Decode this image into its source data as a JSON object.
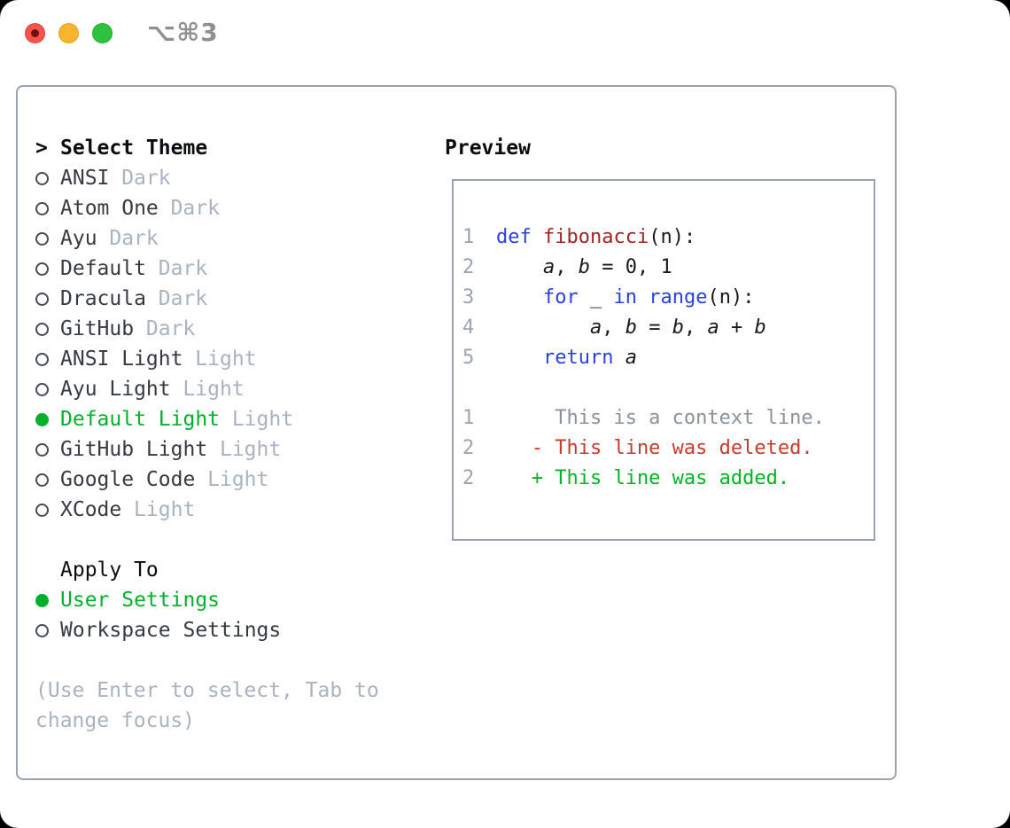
{
  "titlebar": {
    "shortcut_label": "⌥⌘3"
  },
  "theme_picker": {
    "prompt": ">",
    "title": "Select Theme",
    "items": [
      {
        "name": "ANSI",
        "tag": "Dark",
        "selected": false
      },
      {
        "name": "Atom One",
        "tag": "Dark",
        "selected": false
      },
      {
        "name": "Ayu",
        "tag": "Dark",
        "selected": false
      },
      {
        "name": "Default",
        "tag": "Dark",
        "selected": false
      },
      {
        "name": "Dracula",
        "tag": "Dark",
        "selected": false
      },
      {
        "name": "GitHub",
        "tag": "Dark",
        "selected": false
      },
      {
        "name": "ANSI Light",
        "tag": "Light",
        "selected": false
      },
      {
        "name": "Ayu Light",
        "tag": "Light",
        "selected": false
      },
      {
        "name": "Default Light",
        "tag": "Light",
        "selected": true
      },
      {
        "name": "GitHub Light",
        "tag": "Light",
        "selected": false
      },
      {
        "name": "Google Code",
        "tag": "Light",
        "selected": false
      },
      {
        "name": "XCode",
        "tag": "Light",
        "selected": false
      }
    ],
    "apply_to": {
      "title": "Apply To",
      "options": [
        {
          "name": "User Settings",
          "selected": true
        },
        {
          "name": "Workspace Settings",
          "selected": false
        }
      ]
    },
    "hint": "(Use Enter to select, Tab to change focus)"
  },
  "preview": {
    "title": "Preview",
    "code_lines": [
      {
        "num": "1",
        "segments": [
          {
            "text": "def",
            "style": "kw"
          },
          {
            "text": " ",
            "style": "pl"
          },
          {
            "text": "fibonacci",
            "style": "fn"
          },
          {
            "text": "(n):",
            "style": "pl"
          }
        ]
      },
      {
        "num": "2",
        "segments": [
          {
            "text": "    ",
            "style": "pl"
          },
          {
            "text": "a",
            "style": "var"
          },
          {
            "text": ", ",
            "style": "pl"
          },
          {
            "text": "b",
            "style": "var"
          },
          {
            "text": " = 0, 1",
            "style": "pl"
          }
        ]
      },
      {
        "num": "3",
        "segments": [
          {
            "text": "    ",
            "style": "pl"
          },
          {
            "text": "for",
            "style": "kw"
          },
          {
            "text": " _ ",
            "style": "pl"
          },
          {
            "text": "in",
            "style": "kw"
          },
          {
            "text": " ",
            "style": "pl"
          },
          {
            "text": "range",
            "style": "kw"
          },
          {
            "text": "(n):",
            "style": "pl"
          }
        ]
      },
      {
        "num": "4",
        "segments": [
          {
            "text": "        ",
            "style": "pl"
          },
          {
            "text": "a",
            "style": "var"
          },
          {
            "text": ", ",
            "style": "pl"
          },
          {
            "text": "b",
            "style": "var"
          },
          {
            "text": " = ",
            "style": "pl"
          },
          {
            "text": "b",
            "style": "var"
          },
          {
            "text": ", ",
            "style": "pl"
          },
          {
            "text": "a",
            "style": "var"
          },
          {
            "text": " + ",
            "style": "pl"
          },
          {
            "text": "b",
            "style": "var"
          }
        ]
      },
      {
        "num": "5",
        "segments": [
          {
            "text": "    ",
            "style": "pl"
          },
          {
            "text": "return",
            "style": "kw"
          },
          {
            "text": " ",
            "style": "pl"
          },
          {
            "text": "a",
            "style": "var"
          }
        ]
      }
    ],
    "diff_lines": [
      {
        "num": "1",
        "text": "     This is a context line.",
        "style": "ctx"
      },
      {
        "num": "2",
        "text": "   - This line was deleted.",
        "style": "del"
      },
      {
        "num": "2",
        "text": "   + This line was added.",
        "style": "add"
      }
    ]
  },
  "colors": {
    "selected_green": "#00b02c",
    "keyword_blue": "#2b40e0",
    "function_dark_red": "#a02420",
    "diff_deleted_red": "#c83a2c",
    "diff_added_green": "#00b424",
    "muted_gray": "#a9b3bf",
    "line_number_gray": "#9aa5b1",
    "border_gray": "#9aa3ad",
    "traffic_red": "#f4544c",
    "traffic_yellow": "#f6b52e",
    "traffic_green": "#2ec23e"
  }
}
